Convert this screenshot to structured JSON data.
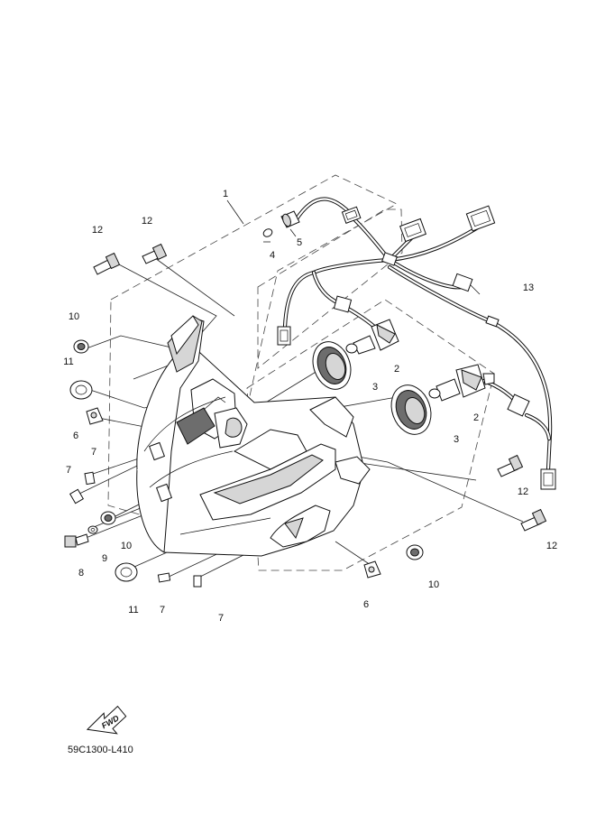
{
  "diagram": {
    "code": "59C1300-L410",
    "fwd_label": "FWD",
    "callouts": {
      "c1": "1",
      "c2a": "2",
      "c2b": "2",
      "c3a": "3",
      "c3b": "3",
      "c4": "4",
      "c5": "5",
      "c6a": "6",
      "c6b": "6",
      "c7a": "7",
      "c7b": "7",
      "c7c": "7",
      "c7d": "7",
      "c8": "8",
      "c9": "9",
      "c10a": "10",
      "c10b": "10",
      "c10c": "10",
      "c11a": "11",
      "c11b": "11",
      "c12a": "12",
      "c12b": "12",
      "c12c": "12",
      "c12d": "12",
      "c13": "13"
    }
  }
}
